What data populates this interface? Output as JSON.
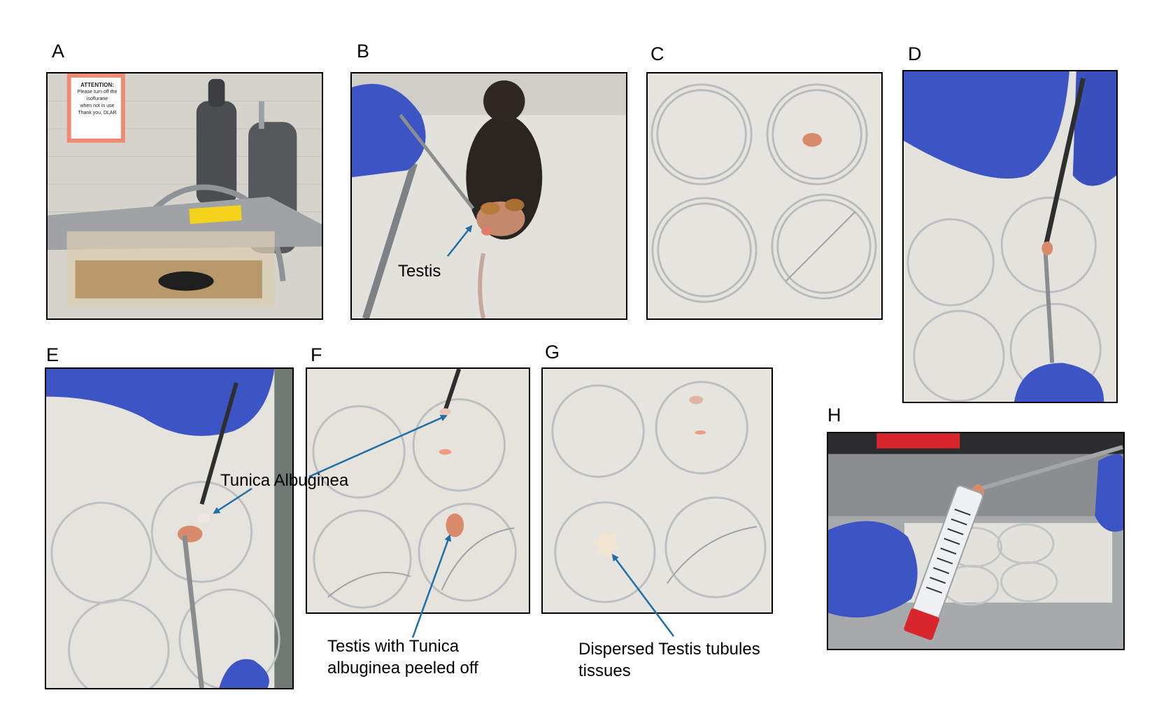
{
  "panels": {
    "a": {
      "letter": "A",
      "sign": {
        "title": "ATTENTION:",
        "line1": "Please turn off the",
        "line2": "isoflurane",
        "line3": "when not in use",
        "line4": "Thank you, DLAR"
      }
    },
    "b": {
      "letter": "B"
    },
    "c": {
      "letter": "C"
    },
    "d": {
      "letter": "D"
    },
    "e": {
      "letter": "E"
    },
    "f": {
      "letter": "F"
    },
    "g": {
      "letter": "G"
    },
    "h": {
      "letter": "H"
    }
  },
  "annotations": {
    "testis": "Testis",
    "tunica": "Tunica Albuginea",
    "peeled_line1": "Testis with Tunica",
    "peeled_line2": "albuginea peeled off",
    "dispersed_line1": "Dispersed Testis tubules",
    "dispersed_line2": "tissues"
  },
  "colors": {
    "arrow": "#1f6fa6",
    "glove": "#3d55c4",
    "paper": "#e7e5df",
    "tissue": "#d98a6a"
  }
}
